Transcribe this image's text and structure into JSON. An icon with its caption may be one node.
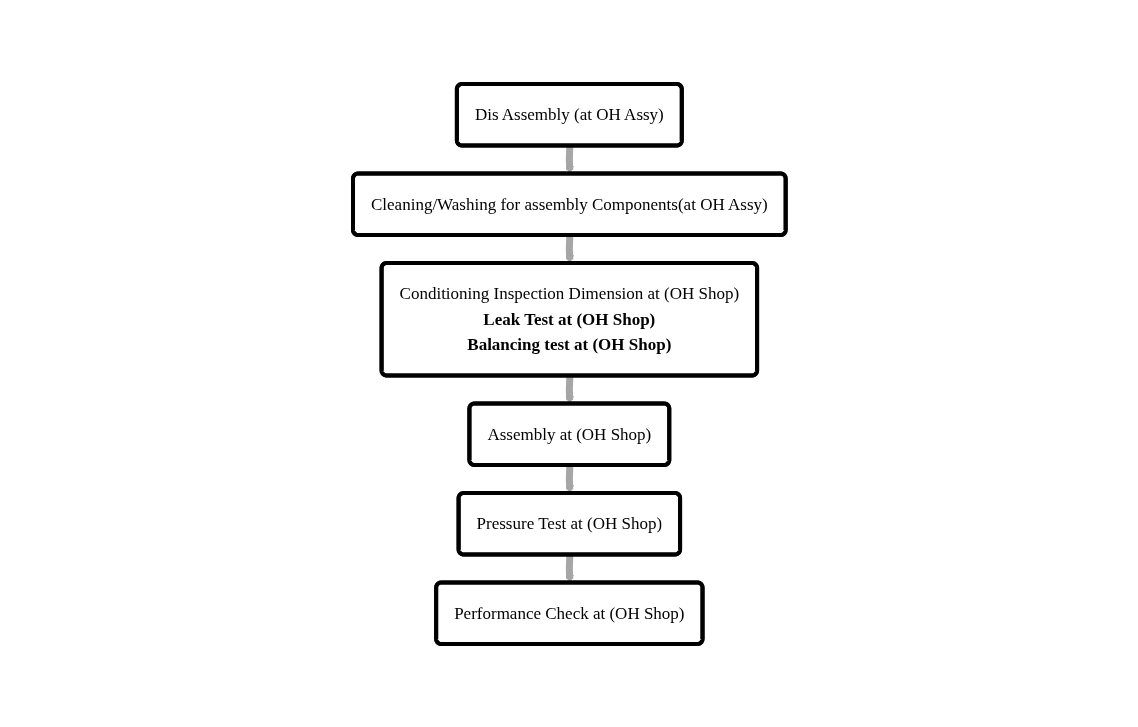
{
  "diagram": {
    "nodes": [
      {
        "text": [
          "Dis Assembly (at OH Assy)"
        ]
      },
      {
        "text": [
          "Cleaning/Washing for assembly Components(at OH Assy)"
        ]
      },
      {
        "text": [
          "Conditioning Inspection Dimension at (OH Shop)",
          "Leak Test at (OH Shop)",
          "Balancing test at (OH Shop)"
        ]
      },
      {
        "text": [
          "Assembly at (OH Shop)"
        ]
      },
      {
        "text": [
          "Pressure Test at (OH Shop)"
        ]
      },
      {
        "text": [
          "Performance Check at (OH Shop)"
        ]
      }
    ],
    "edges": [
      {
        "from": 0,
        "to": 1,
        "arrow": "to"
      },
      {
        "from": 1,
        "to": 2,
        "arrow": "to"
      },
      {
        "from": 2,
        "to": 3,
        "arrow": "to"
      },
      {
        "from": 3,
        "to": 4,
        "arrow": "to"
      },
      {
        "from": 4,
        "to": 5,
        "arrow": "to"
      }
    ]
  }
}
